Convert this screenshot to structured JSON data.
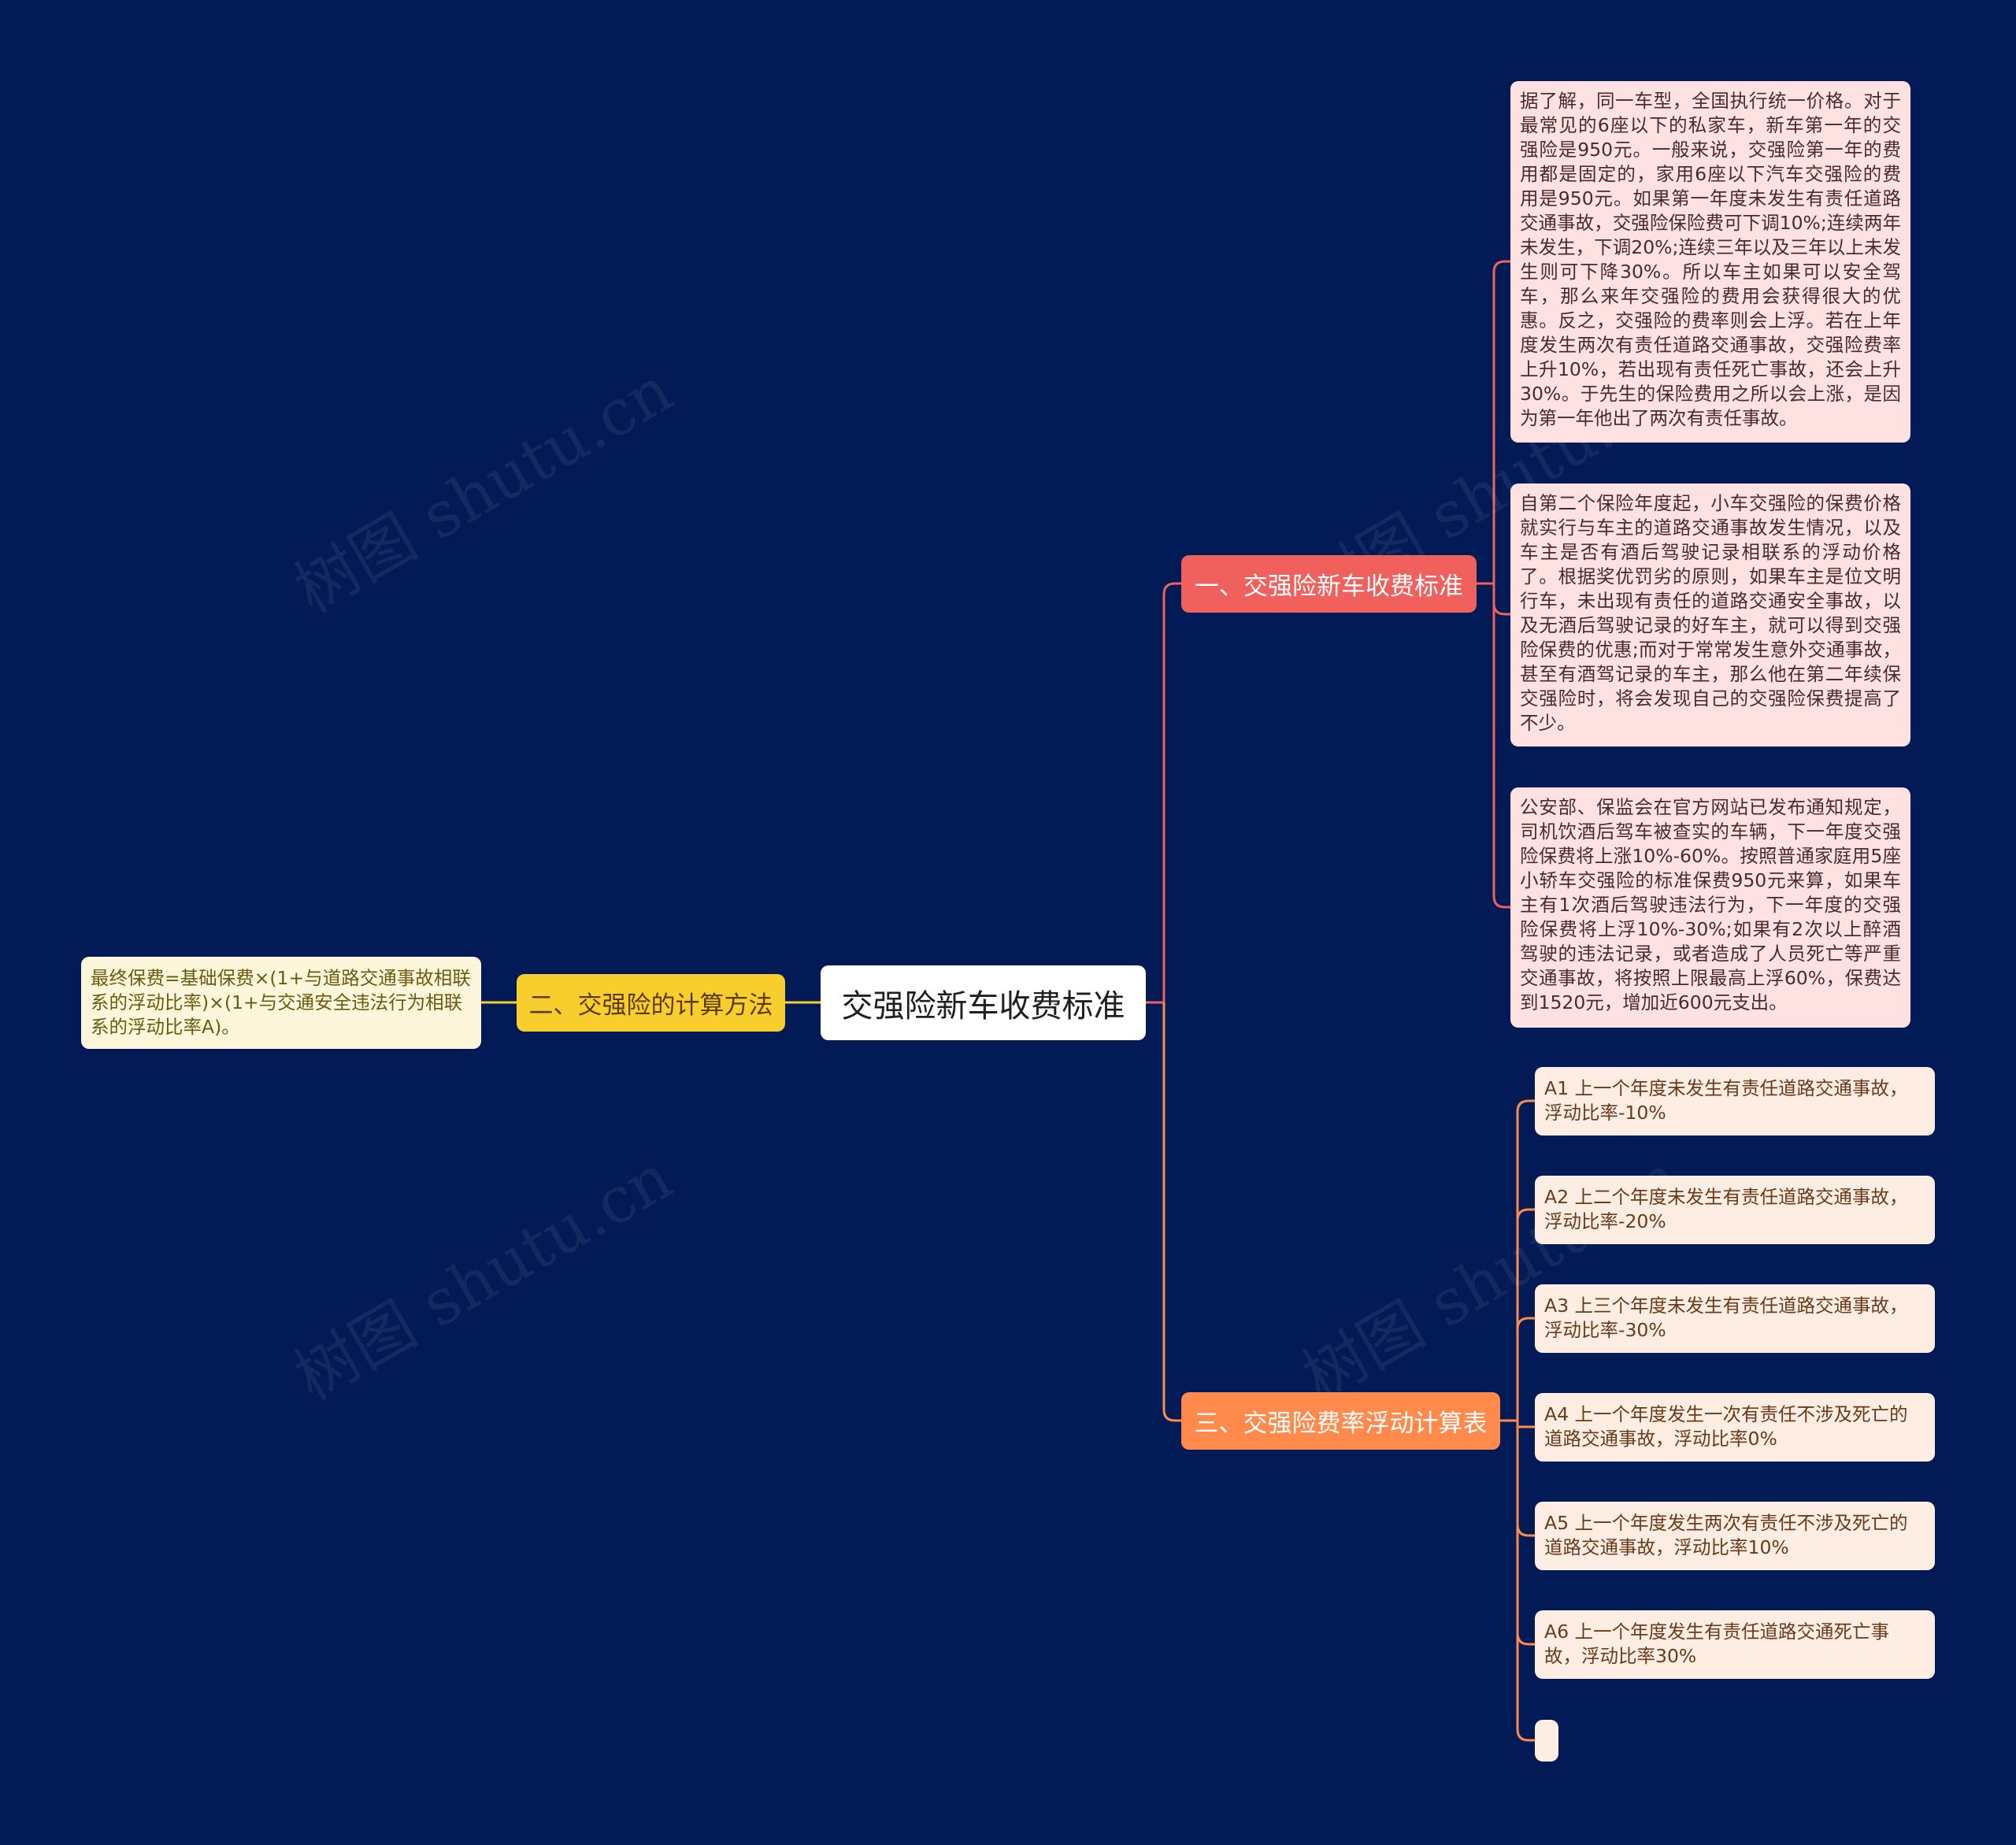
{
  "root": {
    "label": "交强险新车收费标准"
  },
  "branches": [
    {
      "label": "一、交强险新车收费标准",
      "color": "#F0605D",
      "children": [
        "据了解，同一车型，全国执行统一价格。对于最常见的6座以下的私家车，新车第一年的交强险是950元。一般来说，交强险第一年的费用都是固定的，家用6座以下汽车交强险的费用是950元。如果第一年度未发生有责任道路交通事故，交强险保险费可下调10%;连续两年未发生，下调20%;连续三年以及三年以上未发生则可下降30%。所以车主如果可以安全驾车，那么来年交强险的费用会获得很大的优惠。反之，交强险的费率则会上浮。若在上年度发生两次有责任道路交通事故，交强险费率上升10%，若出现有责任死亡事故，还会上升30%。于先生的保险费用之所以会上涨，是因为第一年他出了两次有责任事故。",
        "自第二个保险年度起，小车交强险的保费价格就实行与车主的道路交通事故发生情况，以及车主是否有酒后驾驶记录相联系的浮动价格了。根据奖优罚劣的原则，如果车主是位文明行车，未出现有责任的道路交通安全事故，以及无酒后驾驶记录的好车主，就可以得到交强险保费的优惠;而对于常常发生意外交通事故，甚至有酒驾记录的车主，那么他在第二年续保交强险时，将会发现自己的交强险保费提高了不少。",
        "公安部、保监会在官方网站已发布通知规定，司机饮酒后驾车被查实的车辆，下一年度交强险保费将上涨10%-60%。按照普通家庭用5座小轿车交强险的标准保费950元来算，如果车主有1次酒后驾驶违法行为，下一年度的交强险保费将上浮10%-30%;如果有2次以上醉酒驾驶的违法记录，或者造成了人员死亡等严重交通事故，将按照上限最高上浮60%，保费达到1520元，增加近600元支出。"
      ]
    },
    {
      "label": "二、交强险的计算方法",
      "color": "#F7CE2E",
      "children": [
        "最终保费=基础保费×(1+与道路交通事故相联系的浮动比率)×(1+与交通安全违法行为相联系的浮动比率A)。"
      ]
    },
    {
      "label": "三、交强险费率浮动计算表",
      "color": "#FF8A4C",
      "children": [
        "A1 上一个年度未发生有责任道路交通事故，浮动比率-10%",
        "A2 上二个年度未发生有责任道路交通事故，浮动比率-20%",
        "A3 上三个年度未发生有责任道路交通事故，浮动比率-30%",
        "A4 上一个年度发生一次有责任不涉及死亡的道路交通事故，浮动比率0%",
        "A5 上一个年度发生两次有责任不涉及死亡的道路交通事故，浮动比率10%",
        "A6 上一个年度发生有责任道路交通死亡事故，浮动比率30%",
        ""
      ]
    }
  ],
  "watermark": "树图 shutu.cn",
  "colors": {
    "background": "#021A55",
    "link_branch1": "#F0605D",
    "link_branch2": "#F7CE2E",
    "link_branch3": "#FF8A4C"
  }
}
